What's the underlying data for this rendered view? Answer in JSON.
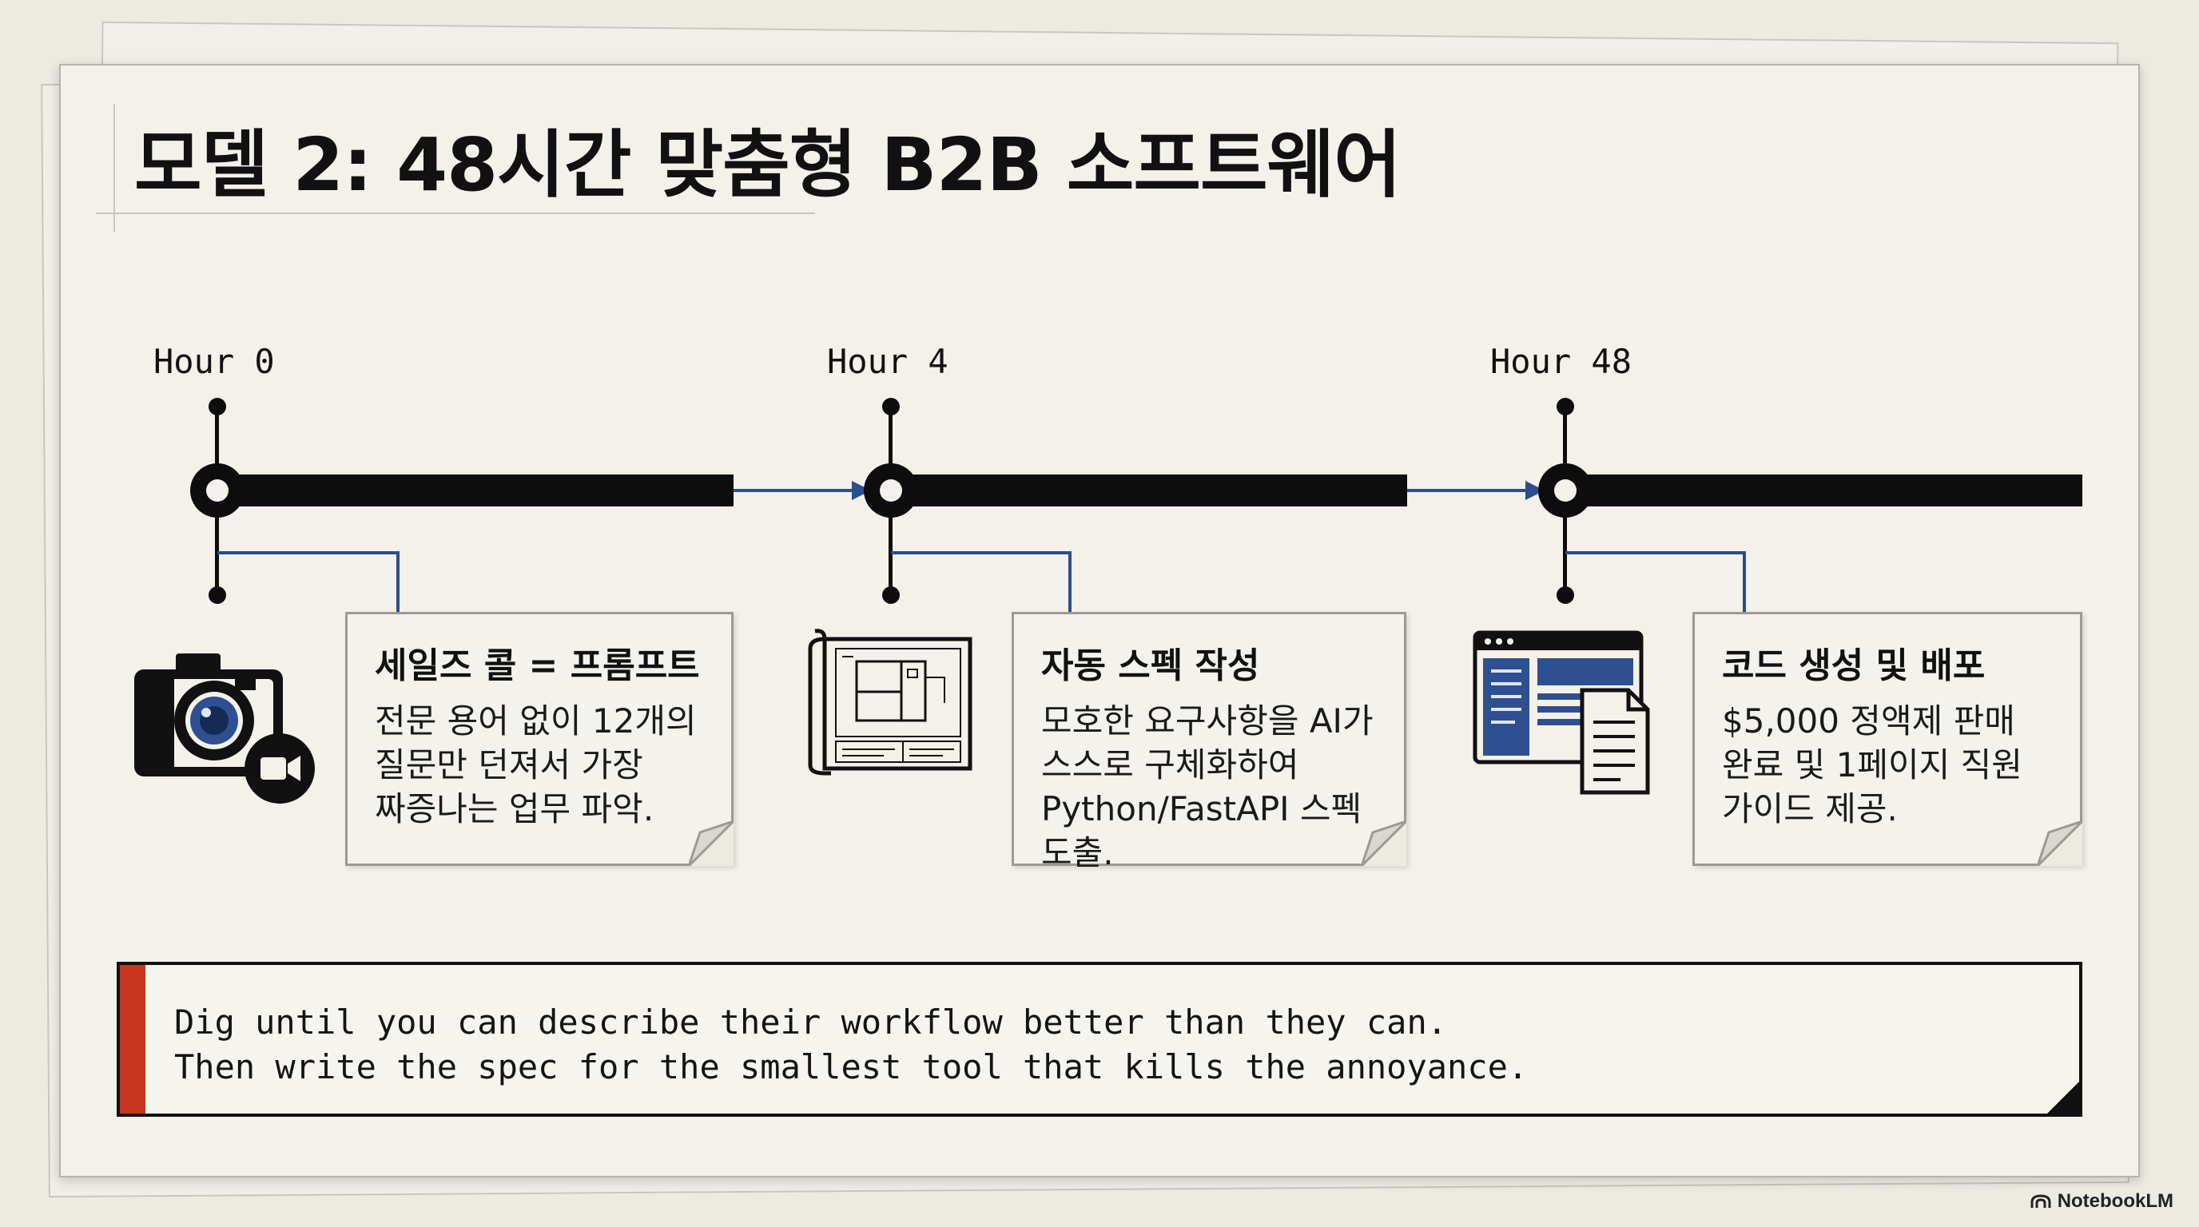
{
  "title": "모델 2: 48시간 맞춤형 B2B 소프트웨어",
  "timeline": {
    "milestones": [
      {
        "hour_label": "Hour 0",
        "icon": "camera-video-icon",
        "card_title": "세일즈 콜 = 프롬프트",
        "card_lines": [
          "전문 용어 없이 12개의",
          "질문만 던져서 가장",
          "짜증나는 업무 파악."
        ]
      },
      {
        "hour_label": "Hour 4",
        "icon": "blueprint-icon",
        "card_title": "자동 스펙 작성",
        "card_lines": [
          "모호한 요구사항을 AI가",
          "스스로 구체화하여",
          "Python/FastAPI 스펙",
          "도출."
        ]
      },
      {
        "hour_label": "Hour 48",
        "icon": "web-app-document-icon",
        "card_title": "코드 생성 및 배포",
        "card_lines": [
          "$5,000 정액제 판매",
          "완료 및 1페이지 직원",
          "가이드 제공."
        ]
      }
    ]
  },
  "quote": {
    "line1": "Dig until you can describe their workflow better than they can.",
    "line2": "Then write the spec for the smallest tool that kills the annoyance."
  },
  "brand": {
    "label": "NotebookLM",
    "icon": "notebooklm-logo-icon"
  },
  "colors": {
    "accent_red": "#c8361f",
    "connector_blue": "#2c4d8e",
    "icon_blue": "#2f4f93"
  }
}
